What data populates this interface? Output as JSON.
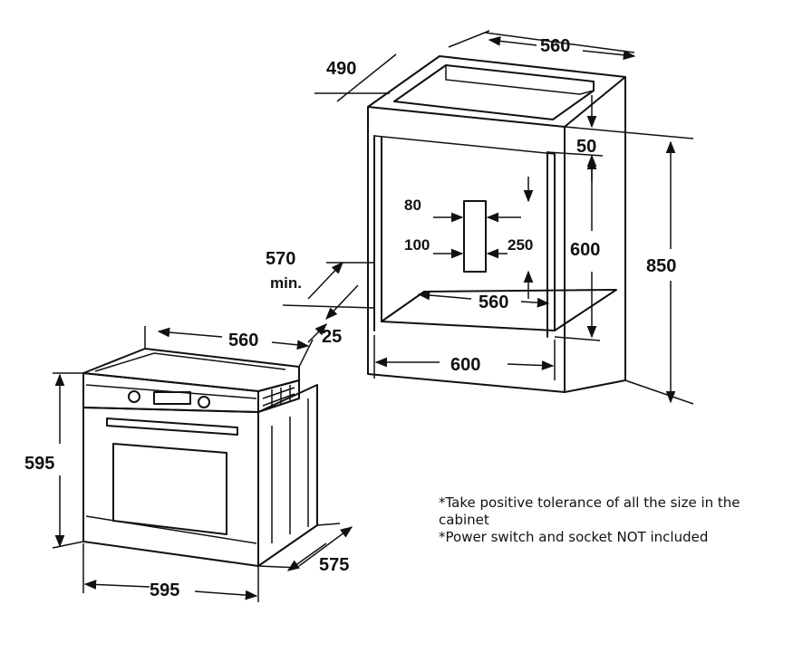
{
  "cabinet": {
    "dims": {
      "top_width": "560",
      "top_depth": "490",
      "top_gap": "50",
      "cutout_height": "600",
      "total_height": "850",
      "vent_width": "80",
      "vent_offset": "100",
      "vent_height": "250",
      "floor_width": "560",
      "bottom_width": "600",
      "depth_min": "570",
      "depth_min_suffix": "min.",
      "front_gap": "25"
    }
  },
  "oven": {
    "dims": {
      "top_width": "560",
      "height": "595",
      "width": "595",
      "depth": "575"
    }
  },
  "notes": [
    "*Take positive tolerance of all the size in the cabinet",
    "*Power switch and socket NOT included"
  ]
}
